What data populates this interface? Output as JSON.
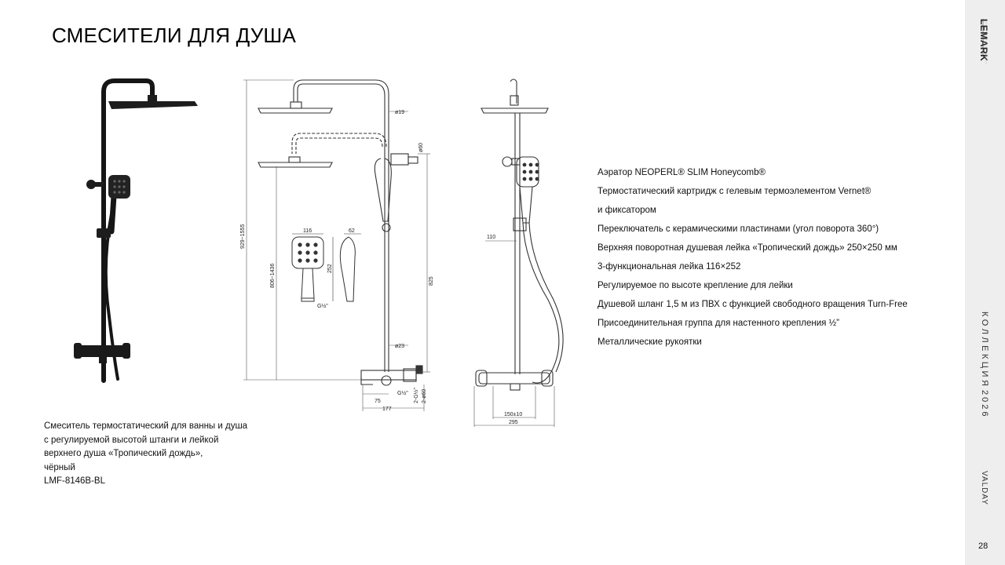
{
  "page": {
    "title": "СМЕСИТЕЛИ ДЛЯ ДУША",
    "page_number": "28"
  },
  "sidebar": {
    "brand_name": "LEMARK",
    "collection": "КОЛЛЕКЦИЯ",
    "year": "2026",
    "series": "VALDAY"
  },
  "features": [
    "Аэратор NEOPERL® SLIM Honeycomb®",
    "Термостатический картридж с гелевым термоэлементом Vernet®",
    "и фиксатором",
    "Переключатель с керамическими пластинами (угол поворота 360°)",
    "Верхняя поворотная душевая лейка «Тропический дождь» 250×250 мм",
    "3-функциональная лейка 116×252",
    "Регулируемое по высоте крепление для лейки",
    "Душевой шланг 1,5 м из ПВХ с функцией свободного вращения Turn-Free",
    "Присоединительная группа для настенного крепления ½”",
    "Металлические рукоятки"
  ],
  "product": {
    "caption_lines": [
      "Смеситель термостатический для ванны и душа",
      "с регулируемой высотой штанги и лейкой",
      "верхнего душа «Тропический дождь»,",
      "чёрный",
      "LMF-8146B-BL"
    ]
  },
  "drawing": {
    "dims": {
      "total_height": "929~1555",
      "mid_height": "806~1436",
      "rail_height": "825",
      "pipe_top": "ø19",
      "pipe_bottom": "ø23",
      "holder": "ø60",
      "width_177": "177",
      "width_75": "75",
      "thread_g": "G½\"",
      "conn_1": "2-G½\"",
      "conn_2": "2-ø60",
      "hand_width": "116",
      "hand_depth": "62",
      "hand_height": "252",
      "hand_thread": "G½\"",
      "side_110": "110",
      "spacing": "150±10",
      "side_width": "295"
    }
  }
}
